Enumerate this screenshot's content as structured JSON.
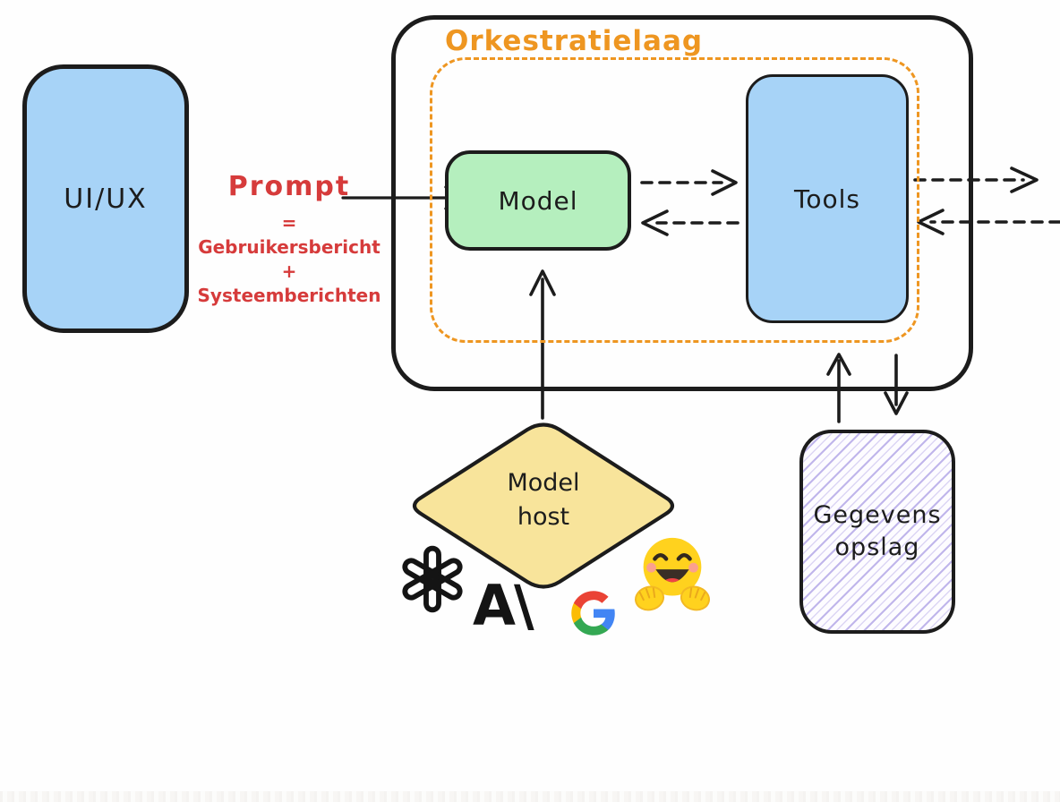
{
  "diagram": {
    "uiux": {
      "label": "UI/UX"
    },
    "prompt": {
      "title": "Prompt",
      "line1": "= Gebruikersbericht",
      "line2": "+",
      "line3": "Systeemberichten"
    },
    "orchestration": {
      "label": "Orkestratielaag"
    },
    "model": {
      "label": "Model"
    },
    "tools": {
      "label": "Tools"
    },
    "model_host": {
      "line1": "Model",
      "line2": "host"
    },
    "data_store": {
      "line1": "Gegevens",
      "line2": "opslag"
    },
    "logos": {
      "openai": "openai-logo",
      "anthropic_label": "A\\",
      "google": "google-g-logo",
      "huggingface": "hugging-face-logo"
    },
    "arrows": {
      "prompt_to_model": "solid",
      "model_to_tools": "dashed",
      "tools_to_model": "dashed",
      "tools_to_outside": "dashed",
      "outside_to_tools": "dashed",
      "model_host_to_model": "solid",
      "data_store_to_orchestration": "solid",
      "orchestration_to_data_store": "solid"
    },
    "colors": {
      "box_blue": "#a7d3f7",
      "box_green": "#b5efbe",
      "box_yellow": "#f8e49b",
      "hatch_purple": "#b3a7ea",
      "accent_orange": "#ee9621",
      "accent_red": "#d63b3b",
      "ink": "#1c1c1c"
    }
  }
}
